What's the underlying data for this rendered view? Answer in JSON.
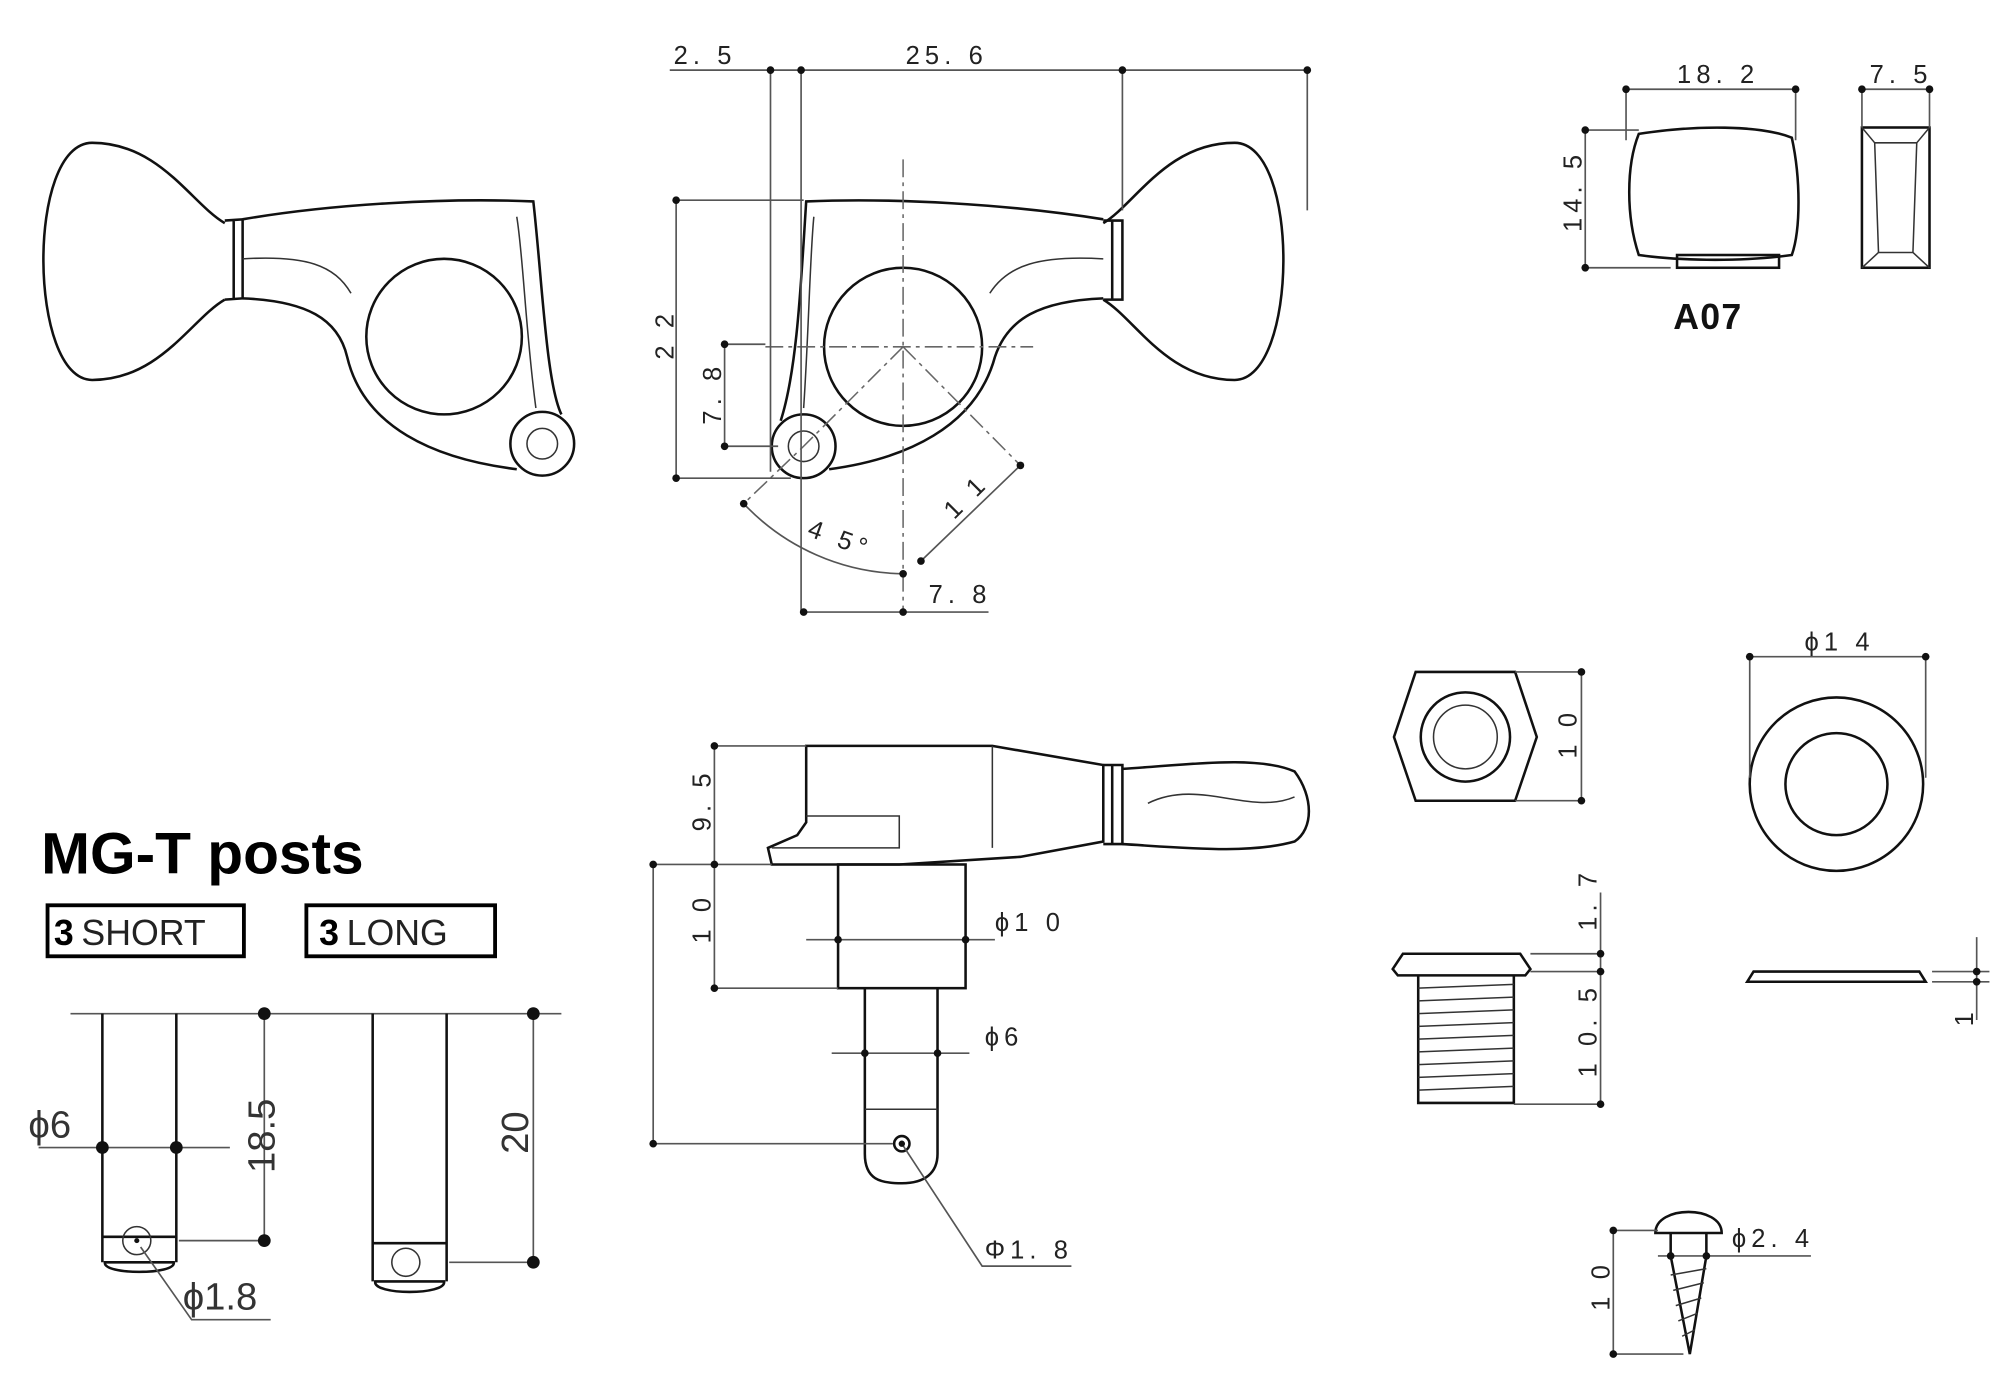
{
  "front_view": {
    "dim_offset": "2. 5",
    "dim_width": "25. 6",
    "dim_height": "2 2",
    "dim_hole_height": "7. 8",
    "dim_diagonal": "1 1",
    "dim_angle": "4 5°",
    "dim_hole_offset": "7. 8"
  },
  "button": {
    "model": "A07",
    "dim_width": "18. 2",
    "dim_height": "14. 5",
    "dim_thickness": "7. 5"
  },
  "side_view": {
    "dim_body_height": "9. 5",
    "dim_post_height": "1 0",
    "dim_post_diameter": "ϕ1 0",
    "dim_shaft_diameter": "ϕ6",
    "dim_hole_diameter": "Φ1. 8"
  },
  "hardware": {
    "nut_size": "1 0",
    "washer_diameter": "ϕ1 4",
    "bushing_flange": "1. 7",
    "bushing_length": "1 0. 5",
    "washer_thickness": "1",
    "screw_length": "1 0",
    "screw_diameter": "ϕ2. 4"
  },
  "posts": {
    "title": "MG-T posts",
    "short": {
      "count": "3",
      "label": "SHORT",
      "diameter": "ϕ6",
      "height": "18.5",
      "hole": "ϕ1.8"
    },
    "long": {
      "count": "3",
      "label": "LONG",
      "height": "20"
    }
  }
}
